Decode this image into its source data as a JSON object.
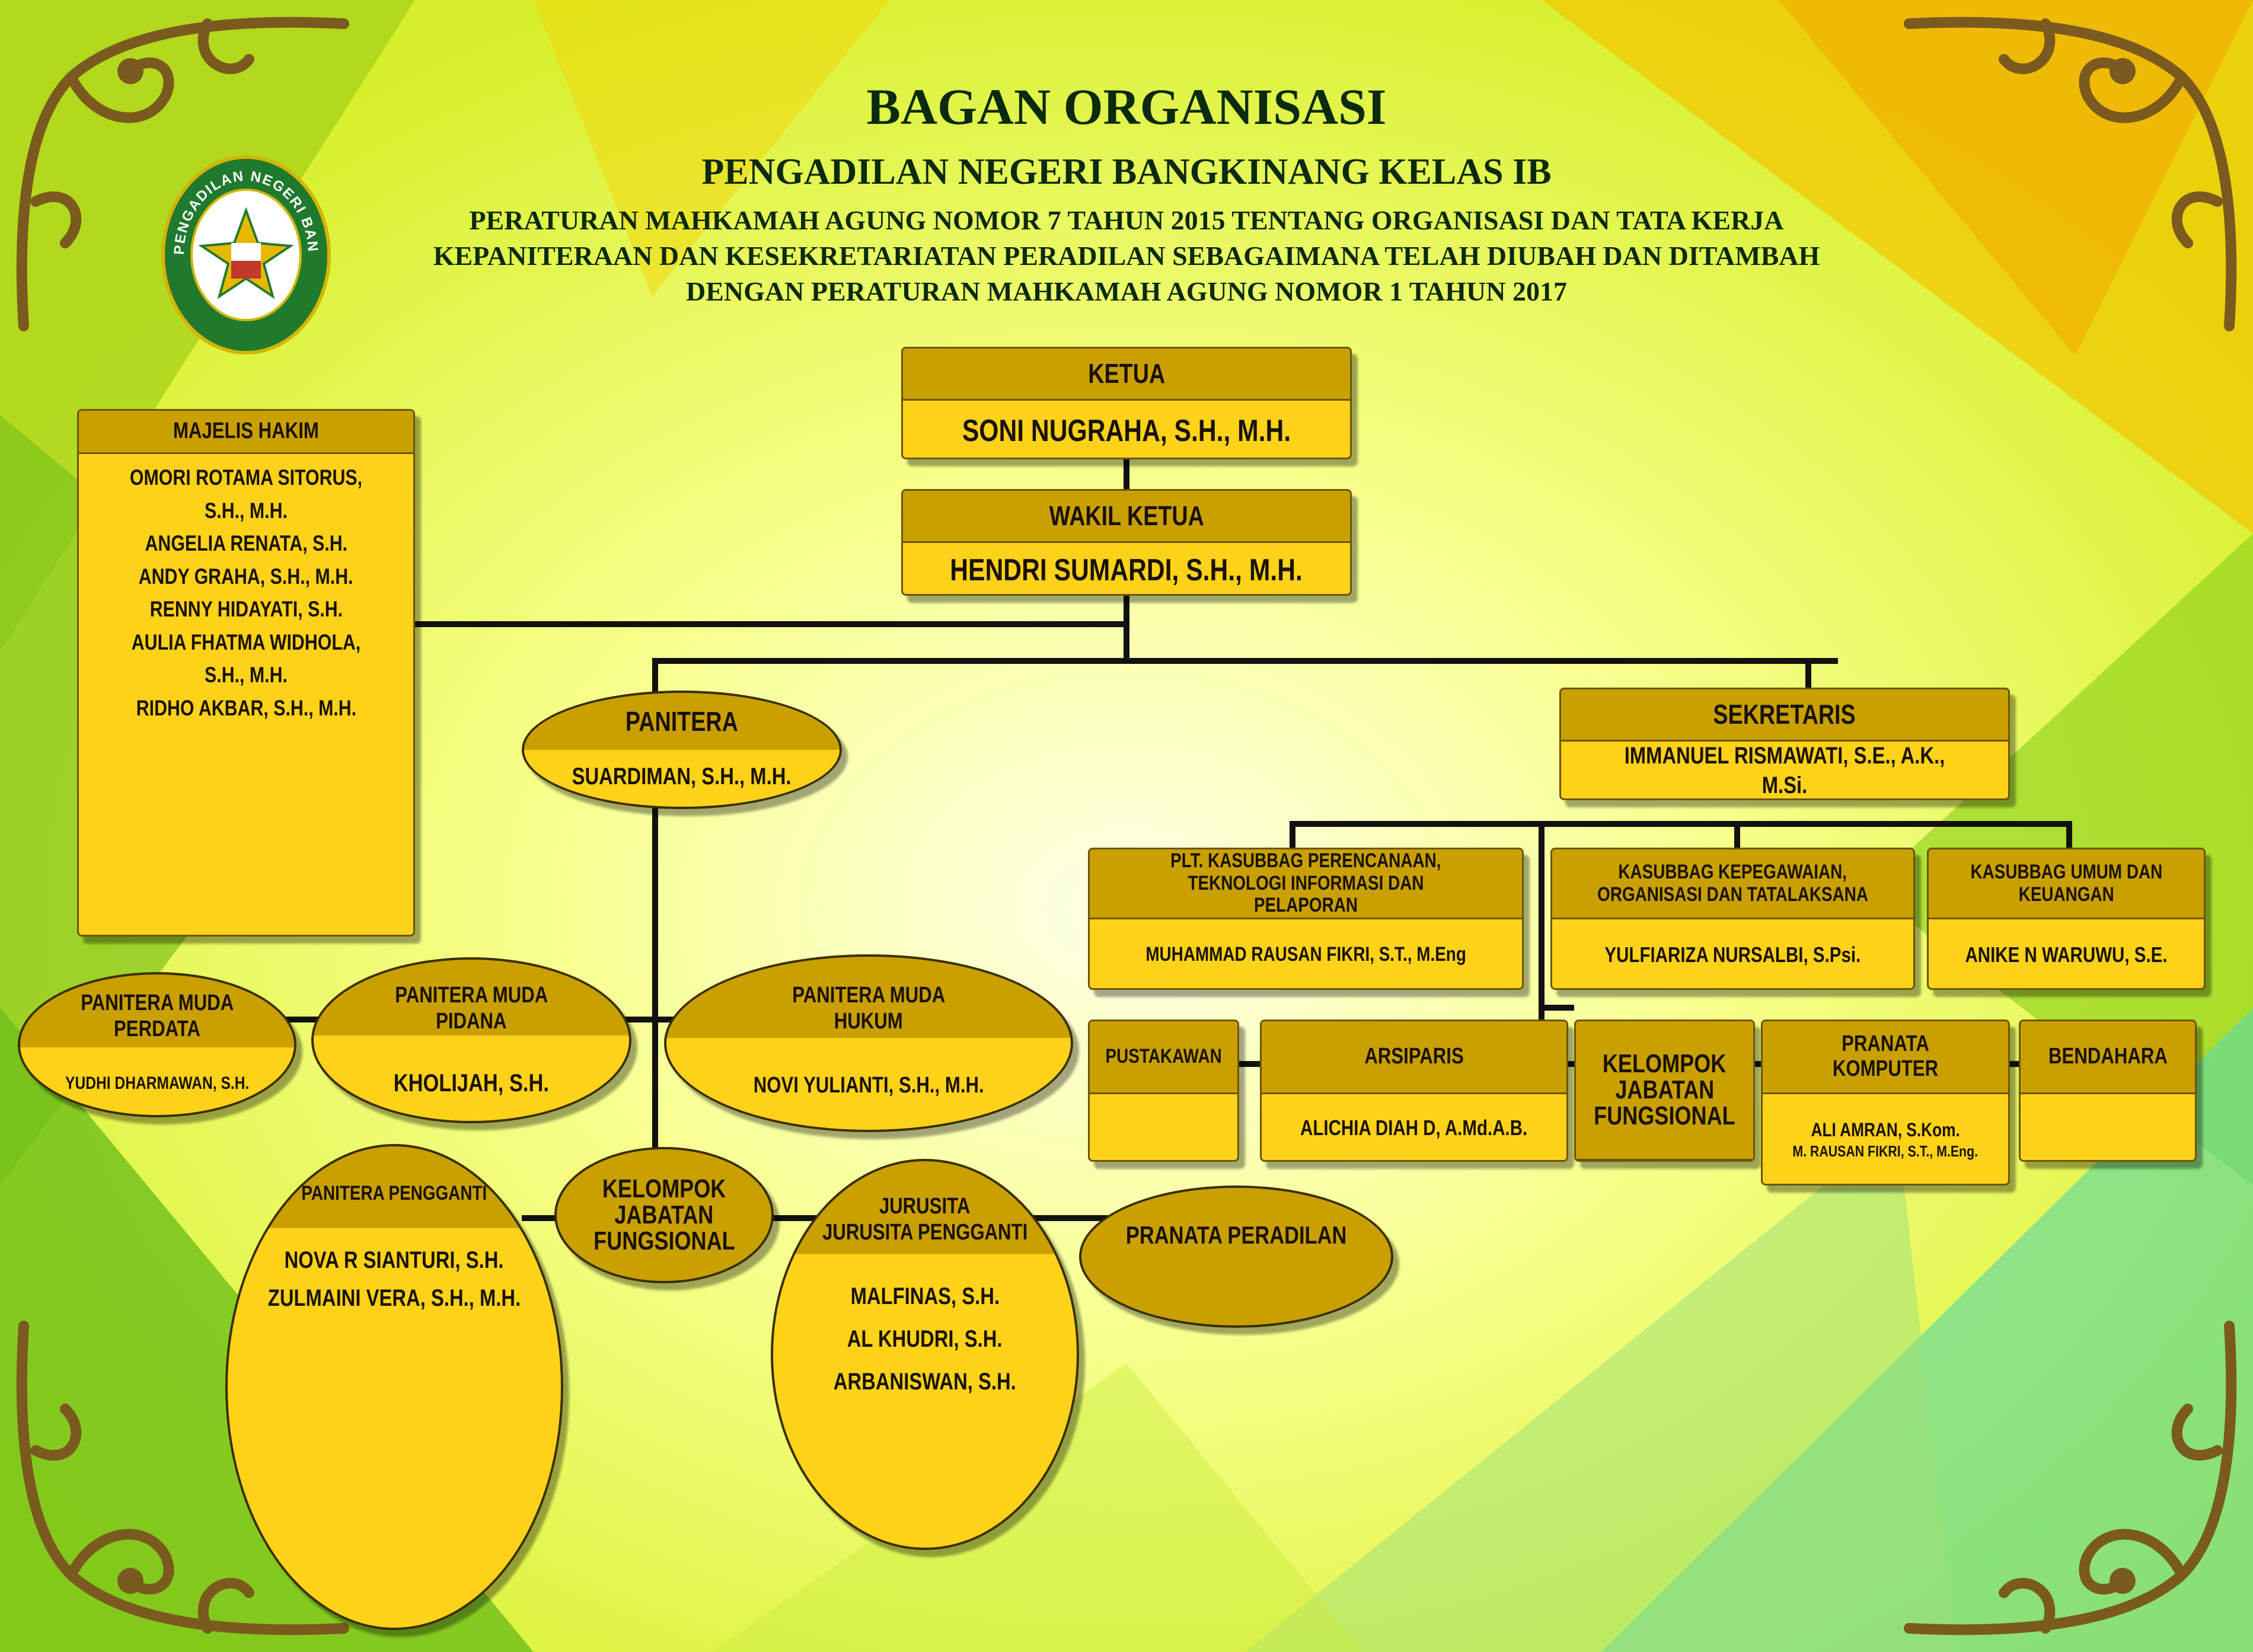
{
  "colors": {
    "gold_dark": "#c9a000",
    "gold_light": "#ffd21a",
    "line": "#111111",
    "ornament": "#7a5a1e",
    "title": "#0c2a10"
  },
  "header": {
    "title": "BAGAN ORGANISASI",
    "subtitle": "PENGADILAN NEGERI BANGKINANG KELAS IB",
    "regulation_1": "PERATURAN MAHKAMAH AGUNG NOMOR 7 TAHUN 2015 TENTANG ORGANISASI DAN TATA KERJA",
    "regulation_2": "KEPANITERAAN DAN KESEKRETARIATAN PERADILAN SEBAGAIMANA TELAH DIUBAH DAN DITAMBAH",
    "regulation_3": "DENGAN PERATURAN MAHKAMAH AGUNG NOMOR 1 TAHUN 2017"
  },
  "logo": {
    "ring_text": "PENGADILAN NEGERI BANGKINANG",
    "icon": "court-emblem-icon"
  },
  "ketua": {
    "title": "KETUA",
    "name": "SONI NUGRAHA, S.H., M.H."
  },
  "wakil_ketua": {
    "title": "WAKIL KETUA",
    "name": "HENDRI SUMARDI, S.H., M.H."
  },
  "majelis_hakim": {
    "title": "MAJELIS HAKIM",
    "members": [
      "OMORI ROTAMA SITORUS, S.H., M.H.",
      "ANGELIA RENATA, S.H.",
      "ANDY GRAHA, S.H., M.H.",
      "RENNY HIDAYATI, S.H.",
      "AULIA FHATMA WIDHOLA, S.H., M.H.",
      "RIDHO AKBAR, S.H., M.H."
    ]
  },
  "panitera": {
    "title": "PANITERA",
    "name": "SUARDIMAN, S.H., M.H."
  },
  "sekretaris": {
    "title": "SEKRETARIS",
    "name": "IMMANUEL RISMAWATI, S.E., A.K., M.Si."
  },
  "kasubbag_ptip": {
    "title_1": "PLT. KASUBBAG PERENCANAAN,",
    "title_2": "TEKNOLOGI INFORMASI DAN PELAPORAN",
    "name": "MUHAMMAD RAUSAN FIKRI, S.T., M.Eng"
  },
  "kasubbag_kepegawaian": {
    "title_1": "KASUBBAG KEPEGAWAIAN,",
    "title_2": "ORGANISASI DAN TATALAKSANA",
    "name": "YULFIARIZA NURSALBI, S.Psi."
  },
  "kasubbag_umum": {
    "title_1": "KASUBBAG UMUM DAN",
    "title_2": "KEUANGAN",
    "name": "ANIKE N WARUWU, S.E."
  },
  "pustakawan": {
    "title": "PUSTAKAWAN",
    "name": ""
  },
  "arsiparis": {
    "title": "ARSIPARIS",
    "name": "ALICHIA DIAH D, A.Md.A.B."
  },
  "kjf_sek": {
    "line_1": "KELOMPOK",
    "line_2": "JABATAN",
    "line_3": "FUNGSIONAL"
  },
  "pranata_komputer": {
    "title": "PRANATA KOMPUTER",
    "name_1": "ALI AMRAN, S.Kom.",
    "name_2": "M. RAUSAN FIKRI, S.T., M.Eng."
  },
  "bendahara": {
    "title": "BENDAHARA",
    "name": ""
  },
  "pm_perdata": {
    "title_1": "PANITERA MUDA",
    "title_2": "PERDATA",
    "name": "YUDHI DHARMAWAN, S.H."
  },
  "pm_pidana": {
    "title_1": "PANITERA MUDA",
    "title_2": "PIDANA",
    "name": "KHOLIJAH, S.H."
  },
  "pm_hukum": {
    "title_1": "PANITERA MUDA",
    "title_2": "HUKUM",
    "name": "NOVI YULIANTI, S.H., M.H."
  },
  "panitera_pengganti": {
    "title": "PANITERA PENGGANTI",
    "names": [
      "NOVA R SIANTURI, S.H.",
      "ZULMAINI VERA, S.H., M.H."
    ]
  },
  "kjf_pan": {
    "line_1": "KELOMPOK",
    "line_2": "JABATAN",
    "line_3": "FUNGSIONAL"
  },
  "jurusita": {
    "title_1": "JURUSITA",
    "title_2": "JURUSITA PENGGANTI",
    "names": [
      "MALFINAS, S.H.",
      "AL KHUDRI, S.H.",
      "ARBANISWAN, S.H."
    ]
  },
  "pranata_peradilan": {
    "title": "PRANATA PERADILAN"
  }
}
